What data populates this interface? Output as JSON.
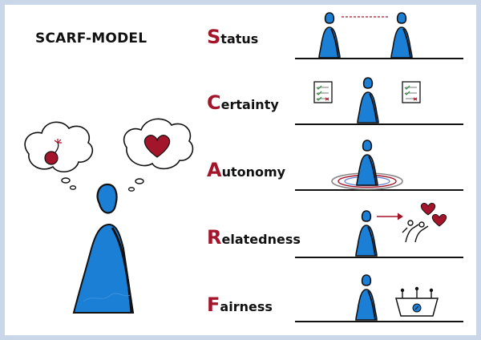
{
  "title": "SCARF-MODEL",
  "colors": {
    "figure": "#1c7fd6",
    "accent": "#a3152a",
    "outline": "#111111",
    "background": "#c9d7e8"
  },
  "left_illustration": {
    "thought_left_icon": "bomb-icon",
    "thought_right_icon": "heart-icon",
    "figure_icon": "person-icon"
  },
  "rows": [
    {
      "initial": "S",
      "rest": "tatus",
      "icon": "two-people-dashed-line-icon"
    },
    {
      "initial": "C",
      "rest": "ertainty",
      "icon": "person-with-checklists-icon"
    },
    {
      "initial": "A",
      "rest": "utonomy",
      "icon": "person-in-circles-icon"
    },
    {
      "initial": "R",
      "rest": "elatedness",
      "icon": "person-arrow-group-hearts-icon"
    },
    {
      "initial": "F",
      "rest": "airness",
      "icon": "person-scale-icon"
    }
  ]
}
